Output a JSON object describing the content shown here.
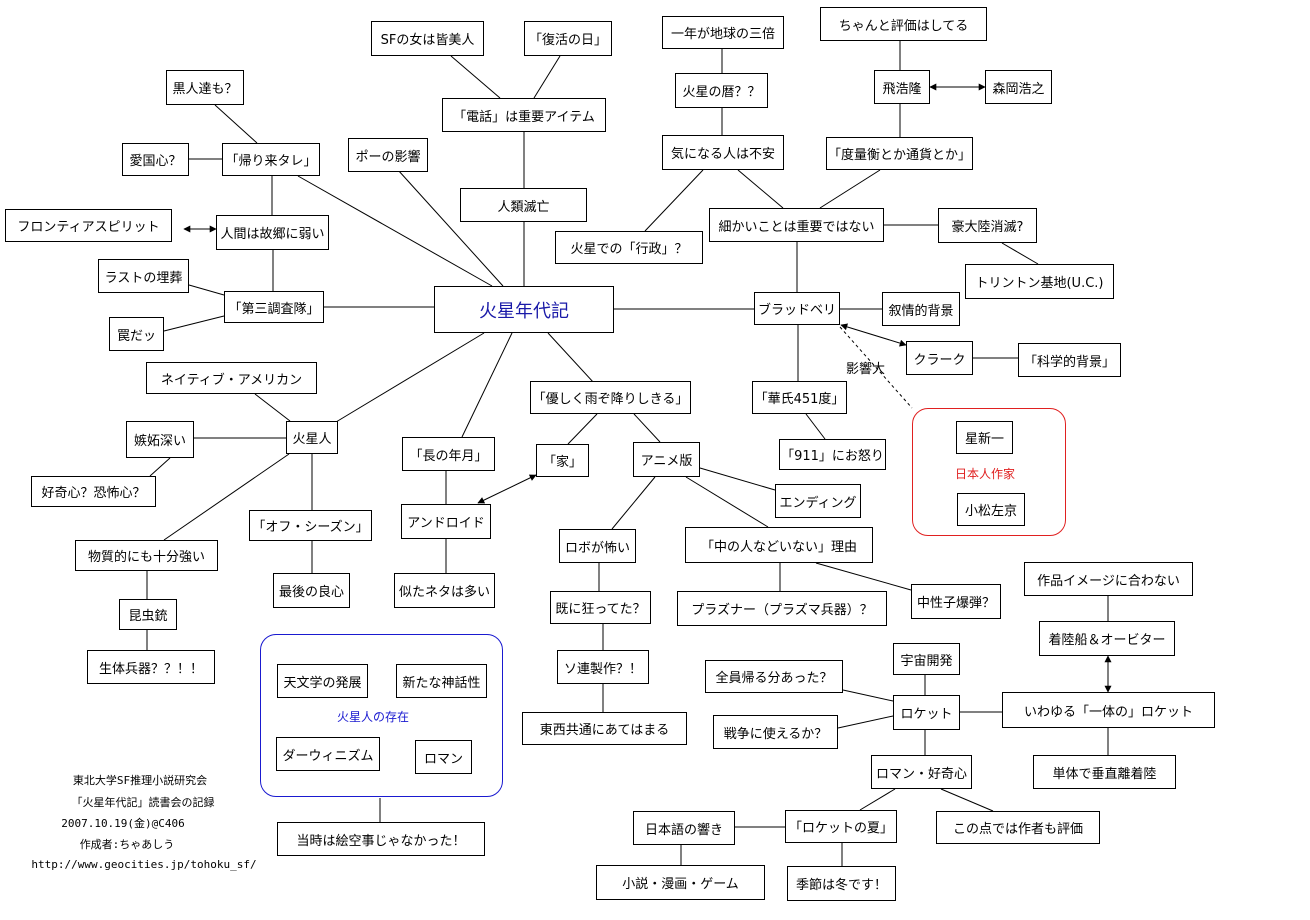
{
  "nodes": {
    "central": "火星年代記",
    "sf_women": "SFの女は皆美人",
    "resurrection_day": "「復活の日」",
    "phone": "「電話」は重要アイテム",
    "extinction": "人類滅亡",
    "poe": "ポーの影響",
    "black_people": "黒人達も？",
    "come_back": "「帰り来タレ」",
    "patriotism": "愛国心？",
    "frontier": "フロンティアスピリット",
    "homesick": "人間は故郷に弱い",
    "last_burial": "ラストの埋葬",
    "third_expedition": "「第三調査隊」",
    "trap": "罠だッ",
    "native_american": "ネイティブ・アメリカン",
    "martians": "火星人",
    "jealous": "嫉妬深い",
    "curiosity_fear": "好奇心？恐怖心？",
    "material_strong": "物質的にも十分強い",
    "insect_gun": "昆虫銃",
    "bio_weapon": "生体兵器？？！！",
    "off_season": "「オフ・シーズン」",
    "last_conscience": "最後の良心",
    "long_years": "「長の年月」",
    "android": "アンドロイド",
    "similar": "似たネタは多い",
    "gentle_rain": "「優しく雨ぞ降りしきる」",
    "house": "「家」",
    "anime": "アニメ版",
    "ending": "エンディング",
    "robot_scary": "ロボが怖い",
    "already_mad": "既に狂ってた？",
    "soviet": "ソ連製作？！",
    "east_west": "東西共通にあてはまる",
    "no_person_inside": "「中の人などいない」理由",
    "neutron_bomb": "中性子爆弾？",
    "plasma": "プラズナー（プラズマ兵器）？",
    "year_three": "一年が地球の三倍",
    "mars_calendar": "火星の暦？？",
    "worried": "気になる人は不安",
    "administration": "火星での「行政」？",
    "properly_rated": "ちゃんと評価はしてる",
    "hi_kouryu": "飛浩隆",
    "morioka": "森岡浩之",
    "measures": "「度量衡とか通貨とか」",
    "details": "細かいことは重要ではない",
    "australia": "豪大陸消滅?",
    "trinton": "トリントン基地(U.C.)",
    "bradbury": "ブラッドベリ",
    "lyrical": "叙情的背景",
    "clarke": "クラーク",
    "scientific": "「科学的背景」",
    "f451": "「華氏451度」",
    "angry_911": "「911」にお怒り",
    "hoshi": "星新一",
    "komatsu": "小松左京",
    "image_mismatch": "作品イメージに合わない",
    "lander_orbiter": "着陸船＆オービター",
    "space_dev": "宇宙開発",
    "all_return": "全員帰る分あった？",
    "war_use": "戦争に使えるか？",
    "rocket": "ロケット",
    "one_piece_rocket": "いわゆる「一体の」ロケット",
    "vtol": "単体で垂直離着陸",
    "romance_curiosity": "ロマン・好奇心",
    "author_rated": "この点では作者も評価",
    "rocket_summer": "「ロケットの夏」",
    "japanese_ring": "日本語の響き",
    "novels_manga": "小説・漫画・ゲーム",
    "winter": "季節は冬です！",
    "astronomy": "天文学の発展",
    "mythology": "新たな神話性",
    "darwinism": "ダーウィニズム",
    "romance": "ロマン",
    "not_fiction": "当時は絵空事じゃなかった！"
  },
  "groups": {
    "japanese_authors": "日本人作家",
    "martian_existence": "火星人の存在"
  },
  "edge_labels": {
    "influence": "影響大"
  },
  "credits": {
    "line1": "東北大学SF推理小説研究会",
    "line2": "「火星年代記」読書会の記録",
    "line3": "2007.10.19(金)@C406",
    "line4": "作成者:ちゃあしう",
    "line5": "http://www.geocities.jp/tohoku_sf/"
  },
  "colors": {
    "central_text": "#1a1aa8",
    "japanese_group": "#e02020",
    "martian_group": "#1a1ad0"
  }
}
